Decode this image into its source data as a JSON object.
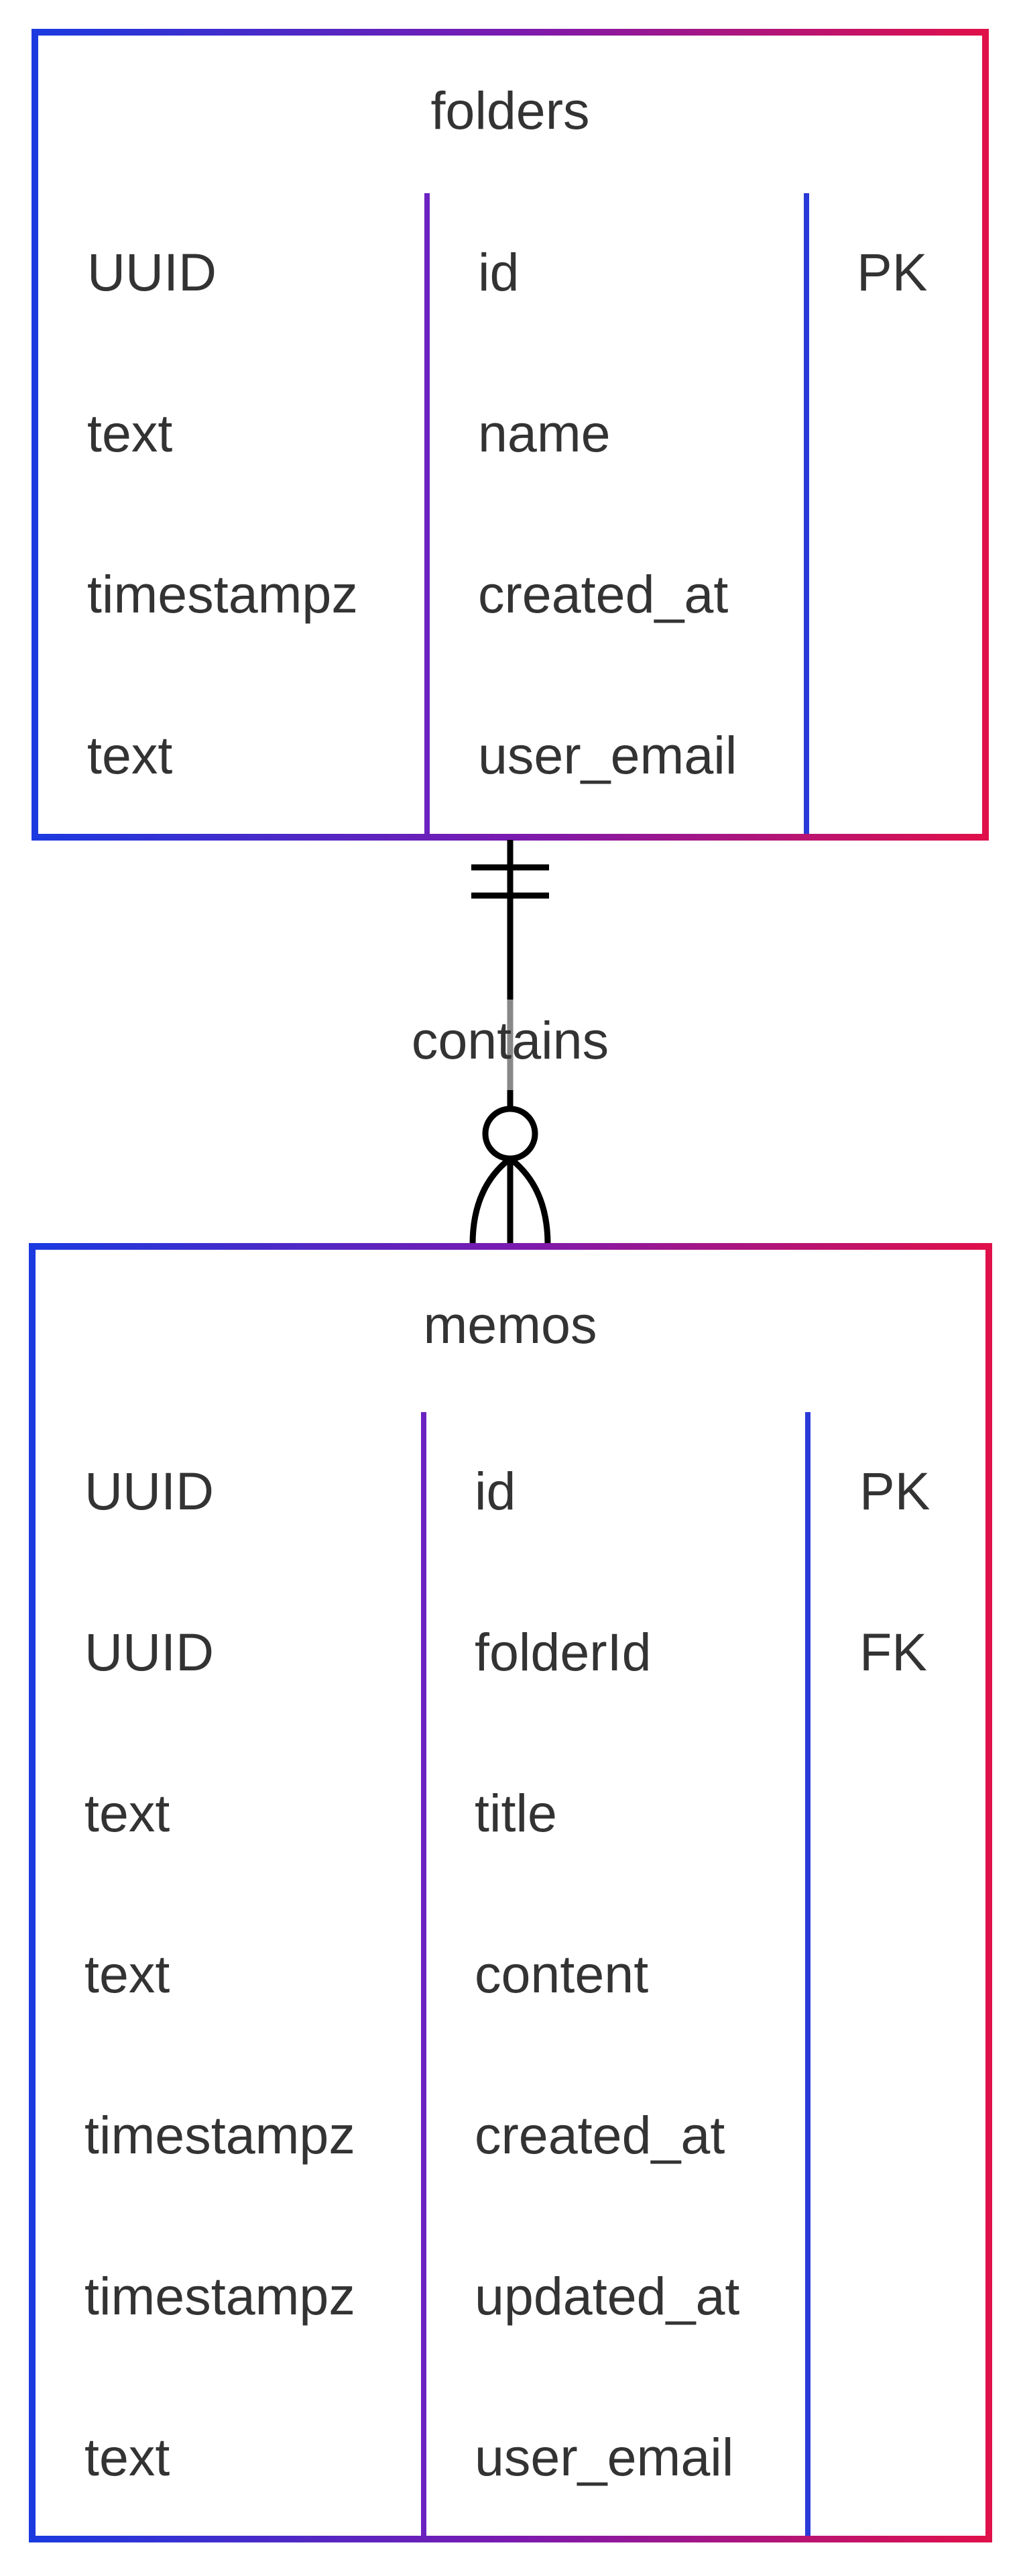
{
  "entities": [
    {
      "name": "folders",
      "attributes": [
        {
          "type": "UUID",
          "name": "id",
          "key": "PK"
        },
        {
          "type": "text",
          "name": "name",
          "key": ""
        },
        {
          "type": "timestampz",
          "name": "created_at",
          "key": ""
        },
        {
          "type": "text",
          "name": "user_email",
          "key": ""
        }
      ]
    },
    {
      "name": "memos",
      "attributes": [
        {
          "type": "UUID",
          "name": "id",
          "key": "PK"
        },
        {
          "type": "UUID",
          "name": "folderId",
          "key": "FK"
        },
        {
          "type": "text",
          "name": "title",
          "key": ""
        },
        {
          "type": "text",
          "name": "content",
          "key": ""
        },
        {
          "type": "timestampz",
          "name": "created_at",
          "key": ""
        },
        {
          "type": "timestampz",
          "name": "updated_at",
          "key": ""
        },
        {
          "type": "text",
          "name": "user_email",
          "key": ""
        }
      ]
    }
  ],
  "relationship": {
    "label": "contains",
    "from": "folders",
    "to": "memos",
    "from_cardinality": "exactly-one",
    "to_cardinality": "zero-or-many"
  },
  "colors": {
    "border_gradient_start": "#1a3ae0",
    "border_gradient_mid": "#7a1ab0",
    "border_gradient_end": "#e0104a",
    "text": "#333333",
    "line": "#000000",
    "label_overlap": "#888888"
  }
}
